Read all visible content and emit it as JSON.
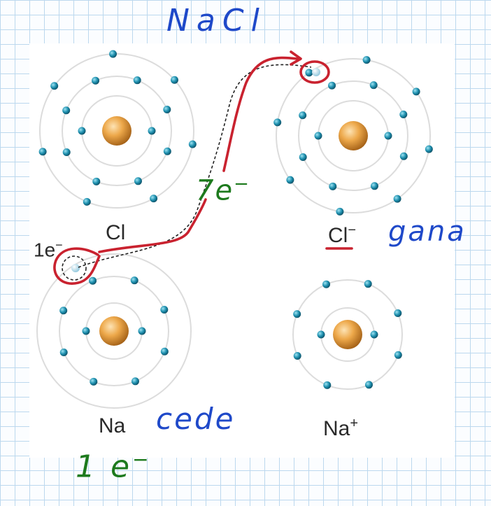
{
  "title": "NaCl",
  "atoms": {
    "cl": "Cl",
    "cl_ion": "Cl",
    "cl_ion_charge": "−",
    "na": "Na",
    "na_ion": "Na",
    "na_ion_charge": "+"
  },
  "electron_label_printed": "1e",
  "electron_label_printed_charge": "−",
  "annotations": {
    "gana": "gana",
    "cede": "cede",
    "seven_e": "7e",
    "seven_e_charge": "−",
    "one_e": "1 e",
    "one_e_charge": "−"
  },
  "colors": {
    "nucleus": "#e8a03c",
    "electron": "#1f8aa6",
    "transferred_electron": "#a9d6e8",
    "orbit": "#dcdcdc",
    "handwriting_red": "#c9222f",
    "handwriting_blue": "#1f49c9",
    "handwriting_green": "#1d7a1d"
  }
}
